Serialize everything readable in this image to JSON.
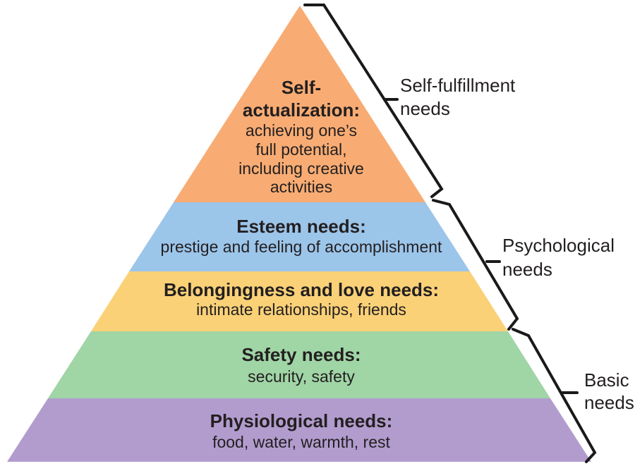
{
  "pyramid": {
    "levels": [
      {
        "id": "self-actualization",
        "color": "#F8AC73",
        "title_lines": [
          "Self-",
          "actualization:"
        ],
        "desc_lines": [
          "achieving one’s",
          "full potential,",
          "including creative",
          "activities"
        ]
      },
      {
        "id": "esteem",
        "color": "#9CC5EA",
        "title_lines": [
          "Esteem needs:"
        ],
        "desc_lines": [
          "prestige and feeling of accomplishment"
        ]
      },
      {
        "id": "belongingness-love",
        "color": "#FAD177",
        "title_lines": [
          "Belongingness and love needs:"
        ],
        "desc_lines": [
          "intimate relationships, friends"
        ]
      },
      {
        "id": "safety",
        "color": "#A0D5A6",
        "title_lines": [
          "Safety needs:"
        ],
        "desc_lines": [
          "security, safety"
        ]
      },
      {
        "id": "physiological",
        "color": "#B29CCE",
        "title_lines": [
          "Physiological needs:"
        ],
        "desc_lines": [
          "food, water, warmth, rest"
        ]
      }
    ]
  },
  "groups": [
    {
      "id": "self-fulfillment",
      "label_lines": [
        "Self-fulfillment",
        "needs"
      ]
    },
    {
      "id": "psychological",
      "label_lines": [
        "Psychological",
        "needs"
      ]
    },
    {
      "id": "basic",
      "label_lines": [
        "Basic",
        "needs"
      ]
    }
  ],
  "colors": {
    "text": "#231F20",
    "bracket": "#1A1A1A",
    "background": "#FFFFFF"
  }
}
